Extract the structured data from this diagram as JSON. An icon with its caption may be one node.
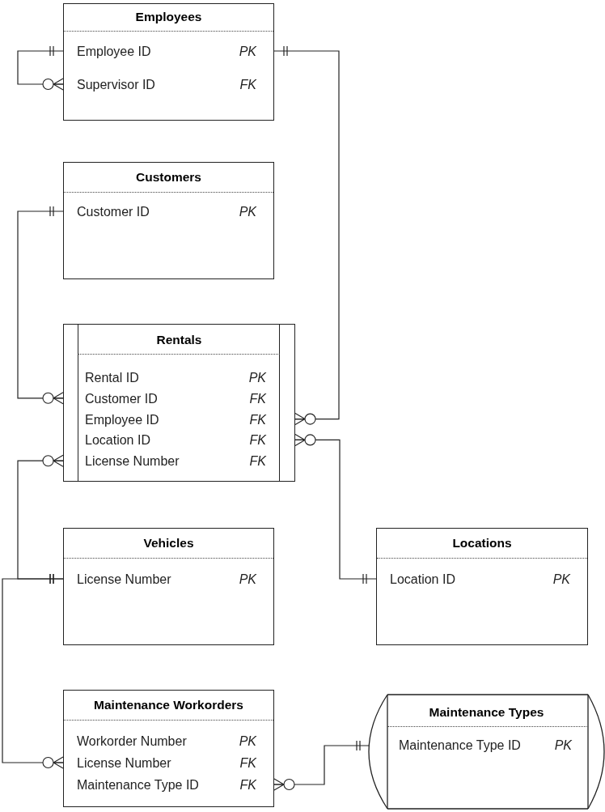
{
  "diagram": {
    "nodes": [
      {
        "text": [
          "Employees",
          "Employee ID",
          "PK",
          "Supervisor ID",
          "FK"
        ]
      },
      {
        "text": [
          "Customers",
          "Customer ID",
          "PK"
        ]
      },
      {
        "text": [
          "Rentals",
          "Rental ID",
          "PK",
          "Customer ID",
          "FK",
          "Employee ID",
          "FK",
          "Location ID",
          "FK",
          "License Number",
          "FK"
        ]
      },
      {
        "text": [
          "Vehicles",
          "License Number",
          "PK"
        ]
      },
      {
        "text": [
          "Locations",
          "Location ID",
          "PK"
        ]
      },
      {
        "text": [
          "Maintenance Workorders",
          "Workorder Number",
          "PK",
          "License Number",
          "FK",
          "Maintenance Type ID",
          "FK"
        ]
      },
      {
        "text": [
          "Maintenance Types",
          "Maintenance Type ID",
          "PK"
        ]
      }
    ],
    "edges": [
      {
        "from": 0,
        "to": 0,
        "arrow": "other"
      },
      {
        "from": 0,
        "to": 2,
        "arrow": "other"
      },
      {
        "from": 1,
        "to": 2,
        "arrow": "other"
      },
      {
        "from": 3,
        "to": 2,
        "arrow": "other"
      },
      {
        "from": 3,
        "to": 5,
        "arrow": "other"
      },
      {
        "from": 4,
        "to": 2,
        "arrow": "other"
      },
      {
        "from": 6,
        "to": 5,
        "arrow": "other"
      }
    ]
  }
}
